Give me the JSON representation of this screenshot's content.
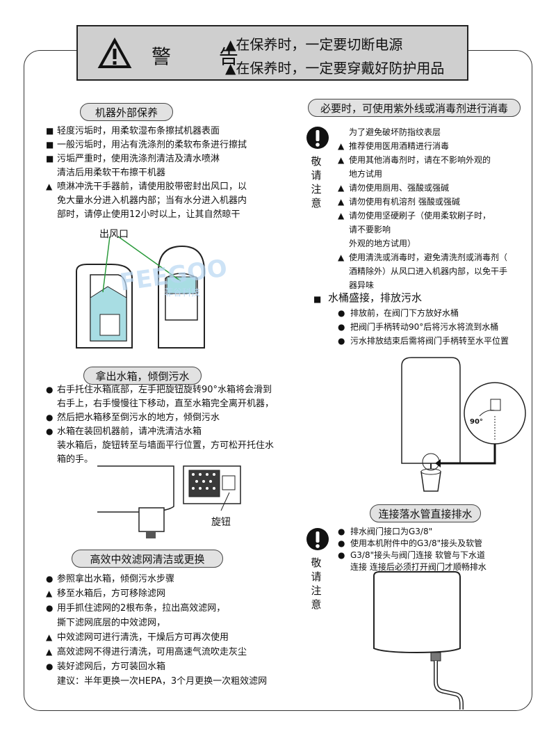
{
  "warning": {
    "title": "警 告",
    "lines": [
      "▲在保养时，一定要切断电源",
      "▲在保养时，一定要穿戴好防护用品"
    ]
  },
  "left": {
    "s1": {
      "title": "机器外部保养",
      "items": [
        {
          "b": "■",
          "t": "轻度污垢时，用柔软湿布条擦拭机器表面"
        },
        {
          "b": "■",
          "t": "一般污垢时，用沾有洗涤剂的柔软布条进行擦拭"
        },
        {
          "b": "■",
          "t": "污垢严重时，使用洗涤剂清洁及清水喷淋"
        },
        {
          "b": "",
          "t": "清洁后用柔软干布擦干机器"
        },
        {
          "b": "▲",
          "t": "喷淋冲洗干手器前，请使用胶带密封出风口，以"
        },
        {
          "b": "",
          "t": "免大量水分进入机器内部；当有水分进入机器内"
        },
        {
          "b": "",
          "t": "部时，请停止使用12小时以上，让其自然晾干"
        }
      ],
      "label": "出风口",
      "watermark": "FEEGOO",
      "watermark_sub": "菲谷科技"
    },
    "s2": {
      "title": "拿出水箱，倾倒污水",
      "items": [
        {
          "b": "●",
          "t": "右手托住水箱底部，左手把旋钮旋转90°水箱将会滑到"
        },
        {
          "b": "",
          "t": "右手上，右手慢慢往下移动，直至水箱完全离开机器，"
        },
        {
          "b": "●",
          "t": "然后把水箱移至倒污水的地方，倾倒污水"
        },
        {
          "b": "●",
          "t": "水箱在装回机器前，请冲洗清洁水箱"
        },
        {
          "b": "",
          "t": "装水箱后，旋钮转至与墙面平行位置，方可松开托住水"
        },
        {
          "b": "",
          "t": "箱的手。"
        }
      ],
      "label": "旋钮"
    },
    "s3": {
      "title": "高效中效滤网清洁或更换",
      "items": [
        {
          "b": "●",
          "t": "参照拿出水箱，倾倒污水步骤"
        },
        {
          "b": "▲",
          "t": "移至水箱后，方可移除滤网"
        },
        {
          "b": "●",
          "t": "用手抓住滤网的2根布条，拉出高效滤网，"
        },
        {
          "b": "",
          "t": "撕下滤网底层的中效滤网，"
        },
        {
          "b": "▲",
          "t": "中效滤网可进行清洗，干燥后方可再次使用"
        },
        {
          "b": "▲",
          "t": "高效滤网不得进行清洗，可用高速气流吹走灰尘"
        },
        {
          "b": "●",
          "t": "装好滤网后，方可装回水箱"
        },
        {
          "b": "",
          "t": "建议：半年更换一次HEPA，3个月更换一次粗效滤网"
        }
      ]
    }
  },
  "right": {
    "s1": {
      "title": "必要时，可使用紫外线或消毒剂进行消毒",
      "note": "敬请注意",
      "items": [
        {
          "b": "",
          "t": "为了避免破坏防指纹表层"
        },
        {
          "b": "▲",
          "t": "推荐使用医用酒精进行消毒"
        },
        {
          "b": "▲",
          "t": "使用其他消毒剂时，请在不影响外观的"
        },
        {
          "b": "",
          "t": "地方试用"
        },
        {
          "b": "▲",
          "t": "请勿使用厕用、强酸或强碱"
        },
        {
          "b": "▲",
          "t": "请勿使用有机溶剂 强酸或强碱"
        },
        {
          "b": "▲",
          "t": "请勿使用坚硬刷子（使用柔软刷子时，"
        },
        {
          "b": "",
          "t": "请不要影响"
        },
        {
          "b": "",
          "t": "外观的地方试用）"
        },
        {
          "b": "▲",
          "t": "使用清洗或消毒时，避免清洗剂或消毒剂（"
        },
        {
          "b": "",
          "t": "酒精除外）从风口进入机器内部，以免干手"
        },
        {
          "b": "",
          "t": "器异味"
        }
      ]
    },
    "s2": {
      "title": "水桶盛接，排放污水",
      "bullet": "■",
      "items": [
        {
          "b": "●",
          "t": "排放前，在阀门下方放好水桶"
        },
        {
          "b": "●",
          "t": "把阀门手柄转动90°后将污水将流到水桶"
        },
        {
          "b": "●",
          "t": "污水排放结束后需将阀门手柄转至水平位置"
        }
      ],
      "angle": "90°"
    },
    "s3": {
      "title": "连接落水管直接排水",
      "note": "敬请注意",
      "items": [
        {
          "b": "●",
          "t": "排水阀门接口为G3/8\""
        },
        {
          "b": "●",
          "t": "使用本机附件中的G3/8\"接头及软管"
        },
        {
          "b": "●",
          "t": "G3/8\"接头与阀门连接 软管与下水道"
        },
        {
          "b": "",
          "t": "连接 连接后必须打开阀门才顺畅排水"
        }
      ]
    }
  }
}
